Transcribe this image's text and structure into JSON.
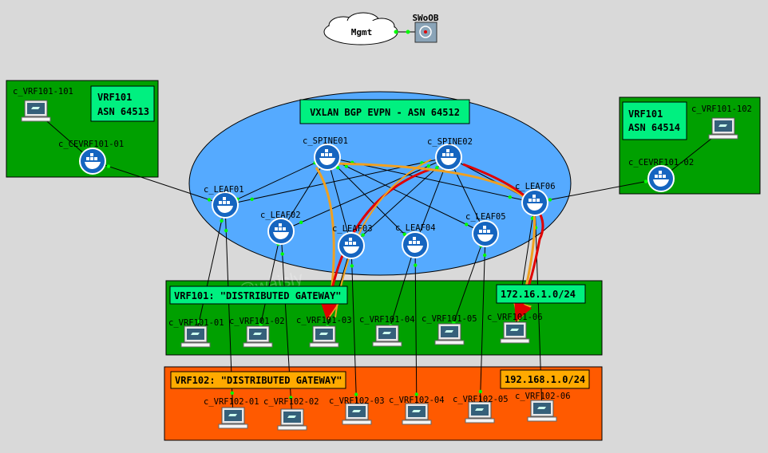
{
  "colors": {
    "background": "#d9d9d9",
    "fabric_fill": "#55aaff",
    "vrf101_area": "#00a000",
    "vrf102_area": "#ff5a00",
    "label_green": "#00f080",
    "label_orange": "#ffaa00",
    "node_blue": "#1565c0",
    "link": "#000000",
    "path_orange": "#f0a020",
    "path_red": "#e00000"
  },
  "mgmt": {
    "cloud_label": "Mgmt",
    "switch_label": "SWoOB",
    "switch_icon": "switch-icon",
    "cloud_icon": "cloud-icon"
  },
  "fabric": {
    "title": "VXLAN BGP EVPN - ASN 64512"
  },
  "spines": [
    {
      "id": "spine01",
      "label": "c_SPINE01",
      "icon": "docker-icon"
    },
    {
      "id": "spine02",
      "label": "c_SPINE02",
      "icon": "docker-icon"
    }
  ],
  "leaves": [
    {
      "id": "leaf01",
      "label": "c_LEAF01"
    },
    {
      "id": "leaf02",
      "label": "c_LEAF02"
    },
    {
      "id": "leaf03",
      "label": "c_LEAF03"
    },
    {
      "id": "leaf04",
      "label": "c_LEAF04"
    },
    {
      "id": "leaf05",
      "label": "c_LEAF05"
    },
    {
      "id": "leaf06",
      "label": "c_LEAF06"
    }
  ],
  "left_site": {
    "vrf": "VRF101",
    "asn": "ASN 64513",
    "host": "c_VRF101-101",
    "router": "c_CEVRF101-01"
  },
  "right_site": {
    "vrf": "VRF101",
    "asn": "ASN 64514",
    "host": "c_VRF101-102",
    "router": "c_CEVRF101-02"
  },
  "vrf101": {
    "title": "VRF101: \"DISTRIBUTED GATEWAY\"",
    "subnet": "172.16.1.0/24",
    "hosts": [
      "c_VRF101-01",
      "c_VRF101-02",
      "c_VRF101-03",
      "c_VRF101-04",
      "c_VRF101-05",
      "c_VRF101-06"
    ]
  },
  "vrf102": {
    "title": "VRF102: \"DISTRIBUTED GATEWAY\"",
    "subnet": "192.168.1.0/24",
    "hosts": [
      "c_VRF102-01",
      "c_VRF102-02",
      "c_VRF102-03",
      "c_VRF102-04",
      "c_VRF102-05",
      "c_VRF102-06"
    ]
  }
}
